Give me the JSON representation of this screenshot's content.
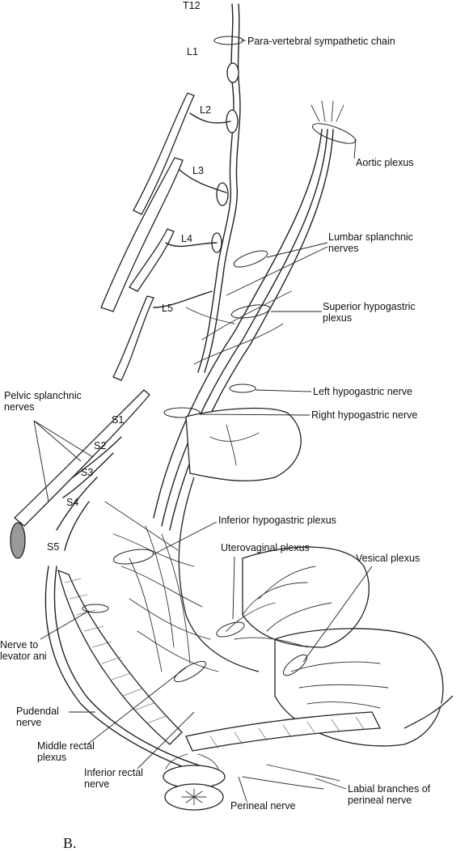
{
  "segments": [
    "T12",
    "L1",
    "L2",
    "L3",
    "L4",
    "L5",
    "S1",
    "S2",
    "S3",
    "S4",
    "S5"
  ],
  "labels": {
    "paravertebral": "Para-vertebral sympathetic chain",
    "aortic": "Aortic plexus",
    "lumbar_splanchnic": [
      "Lumbar splanchnic",
      "nerves"
    ],
    "superior_hypogastric": [
      "Superior hypogastric",
      "plexus"
    ],
    "left_hypogastric": "Left hypogastric nerve",
    "right_hypogastric": "Right hypogastric nerve",
    "pelvic_splanchnic": [
      "Pelvic splanchnic",
      "nerves"
    ],
    "inferior_hypogastric": "Inferior hypogastric plexus",
    "uterovaginal": "Uterovaginal plexus",
    "vesical": "Vesical plexus",
    "nerve_levator": [
      "Nerve to",
      "levator ani"
    ],
    "pudendal": [
      "Pudendal",
      "nerve"
    ],
    "middle_rectal": [
      "Middle rectal",
      "plexus"
    ],
    "inferior_rectal": [
      "Inferior rectal",
      "nerve"
    ],
    "perineal": "Perineal nerve",
    "labial": [
      "Labial branches of",
      "perineal nerve"
    ]
  },
  "caption": "B."
}
